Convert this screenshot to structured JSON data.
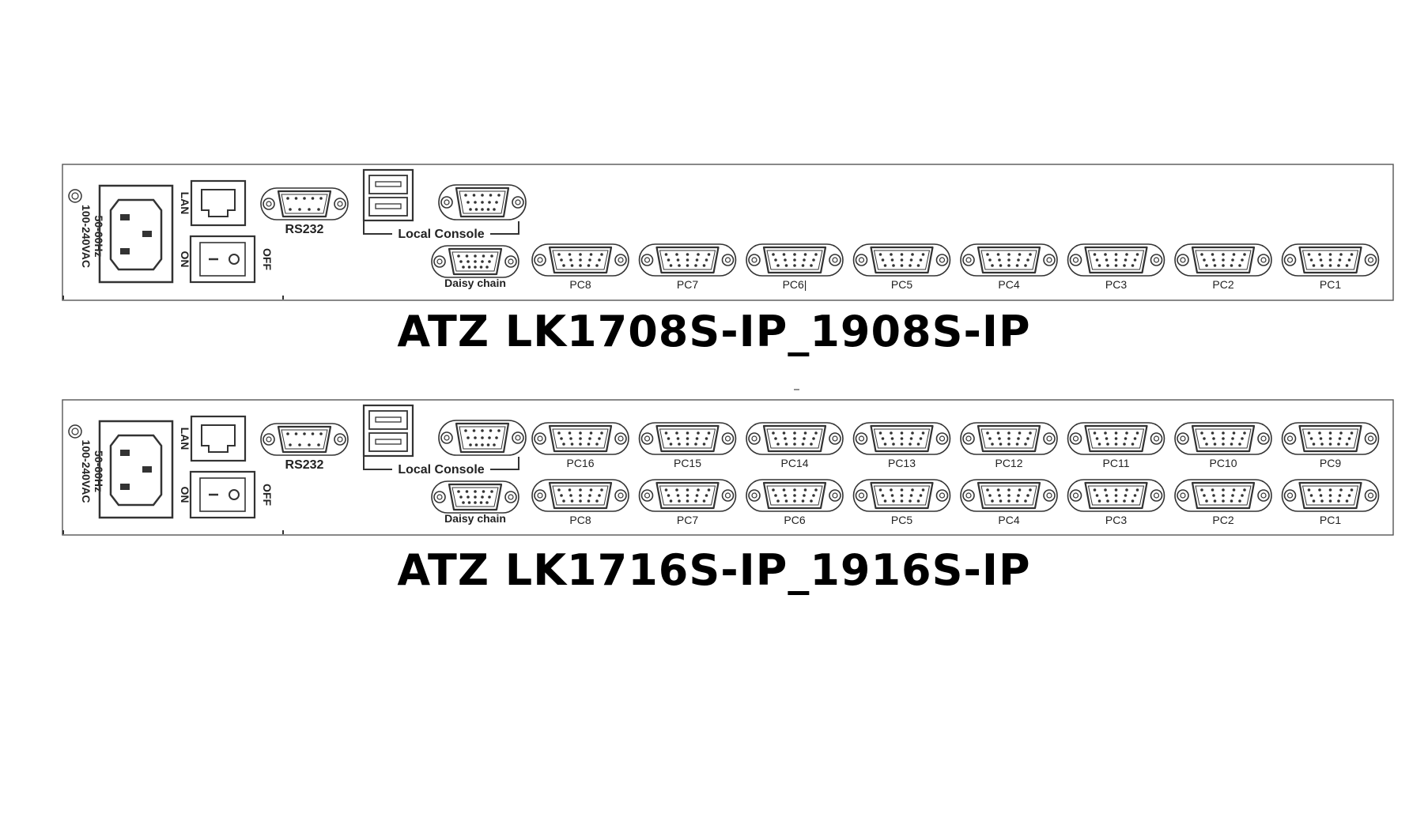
{
  "colors": {
    "line": "#333333",
    "background": "#ffffff",
    "title": "#000000"
  },
  "panels": [
    {
      "model": "ATZ LK1708S-IP_1908S-IP",
      "power_label_line1": "100-240VAC",
      "power_label_line2": "50-60Hz",
      "on_label": "ON",
      "off_label": "OFF",
      "lan_label": "LAN",
      "rs232_label": "RS232",
      "local_console_label": "Local Console",
      "daisy_chain_label": "Daisy chain",
      "port_rows": [
        [
          "PC8",
          "PC7",
          "PC6|",
          "PC5",
          "PC4",
          "PC3",
          "PC2",
          "PC1"
        ]
      ]
    },
    {
      "model": "ATZ LK1716S-IP_1916S-IP",
      "power_label_line1": "100-240VAC",
      "power_label_line2": "50-60Hz",
      "on_label": "ON",
      "off_label": "OFF",
      "lan_label": "LAN",
      "rs232_label": "RS232",
      "local_console_label": "Local Console",
      "daisy_chain_label": "Daisy chain",
      "port_rows": [
        [
          "PC16",
          "PC15",
          "PC14",
          "PC13",
          "PC12",
          "PC11",
          "PC10",
          "PC9"
        ],
        [
          "PC8",
          "PC7",
          "PC6",
          "PC5",
          "PC4",
          "PC3",
          "PC2",
          "PC1"
        ]
      ]
    }
  ]
}
